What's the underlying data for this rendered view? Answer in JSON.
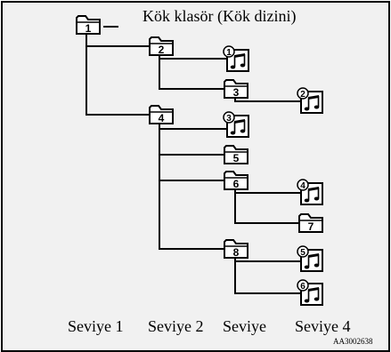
{
  "title": "Kök klasör (Kök dizini)",
  "folders": [
    {
      "id": "folder-1",
      "label": "1"
    },
    {
      "id": "folder-2",
      "label": "2"
    },
    {
      "id": "folder-3",
      "label": "3"
    },
    {
      "id": "folder-4",
      "label": "4"
    },
    {
      "id": "folder-5",
      "label": "5"
    },
    {
      "id": "folder-6",
      "label": "6"
    },
    {
      "id": "folder-7",
      "label": "7"
    },
    {
      "id": "folder-8",
      "label": "8"
    }
  ],
  "music_files": [
    {
      "id": "music-1",
      "label": "1",
      "icon": "music-note-icon"
    },
    {
      "id": "music-2",
      "label": "2",
      "icon": "music-note-icon"
    },
    {
      "id": "music-3",
      "label": "3",
      "icon": "music-note-icon"
    },
    {
      "id": "music-4",
      "label": "4",
      "icon": "music-note-icon"
    },
    {
      "id": "music-5",
      "label": "5",
      "icon": "music-note-icon"
    },
    {
      "id": "music-6",
      "label": "6",
      "icon": "music-note-icon"
    }
  ],
  "levels": [
    "Seviye 1",
    "Seviye 2",
    "Seviye",
    "Seviye 4"
  ],
  "image_code": "AA3002638",
  "colors": {
    "frame_background": "#f1f1f1",
    "line": "#000000",
    "folder_fill": "#ffffff"
  }
}
